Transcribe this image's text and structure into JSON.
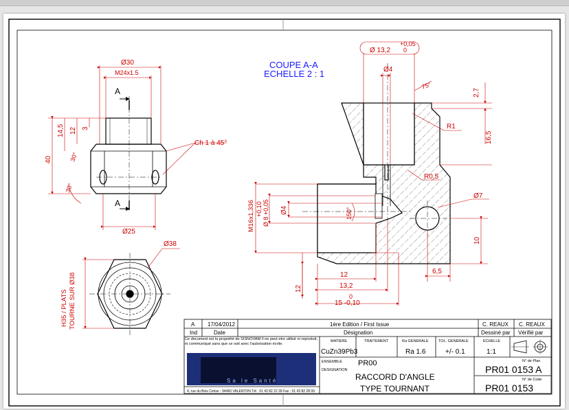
{
  "section": {
    "title": "COUPE A-A",
    "scale": "ECHELLE 2 : 1"
  },
  "dims": {
    "d30": "Ø30",
    "m24": "M24x1.5",
    "a_top": "A",
    "a_bottom": "A",
    "d14_5": "14,5",
    "d12": "12",
    "d3": "3",
    "d30deg": "30°",
    "d40": "40",
    "d30deg2": "30°",
    "chamfer": "Ch 1 à 45°",
    "d25": "Ø25",
    "d38": "Ø38",
    "h35": "H35 / PLATS",
    "tourne": "TOURNE SUR Ø38",
    "d13_2": "Ø 13,2",
    "tol_up": "+0,05",
    "tol_zero": "0",
    "d4_top": "Ø4",
    "d75deg": "75°",
    "d2_7": "2,7",
    "r1": "R1",
    "d16_5": "16,5",
    "r0_5": "R0,5",
    "d7": "Ø7",
    "m16": "M16x1,336",
    "tol_p010": "+0,10",
    "tol_d8": "Ø 8 +0,05",
    "d4_left": "Ø4",
    "d150deg": "150°",
    "d10": "10",
    "d6_5": "6,5",
    "d12_bot": "12",
    "d12_left": "12",
    "d13_2b": "13,2",
    "d0": "0",
    "d15": "15 -0,10"
  },
  "titleblock": {
    "rev": {
      "ind": "A",
      "date": "17/04/2012",
      "designation": "1ère Edition / First Issue",
      "drawn": "C. REAUX",
      "checked": "C. REAUX"
    },
    "hdr": {
      "ind": "Ind",
      "date": "Date",
      "designation": "Désignation",
      "drawn": "Dessiné par",
      "checked": "Vérifié par"
    },
    "notice": "Ce document est la propriété de SISNOVAM Il ne peut etre utilisé ni reproduit, ni communiqué sans que ce soit avec l'autorisation écrite.",
    "company_fragment": "Sa    le Santé",
    "address": "4, rue du Bois Cerise - 94460 VALENTON    Tél : 01 43 82 22 39  Fax : 01 43 82 28 09",
    "matiere_lbl": "MATIERE",
    "matiere": "CuZn39Pb3",
    "traitement_lbl": "TRAITEMENT",
    "ra_lbl": "Ra GENERALE",
    "ra": "Ra 1.6",
    "tol_lbl": "TOL. GENERALE",
    "tol": "+/- 0.1",
    "echelle_lbl": "ECHELLE",
    "echelle": "1:1",
    "ensemble_lbl": "ENSEMBLE",
    "ensemble": "PR00",
    "designation_lbl": "DESIGNATION",
    "designation1": "RACCORD D'ANGLE",
    "designation2": "TYPE TOURNANT",
    "plan_lbl": "N° de Plan",
    "plan": "PR01  0153 A",
    "code_lbl": "N° de Code",
    "code": "PR01  0153"
  },
  "colors": {
    "dim": "#cc0000",
    "blue": "#1a1aff",
    "redacted": "#1e2f7a"
  }
}
